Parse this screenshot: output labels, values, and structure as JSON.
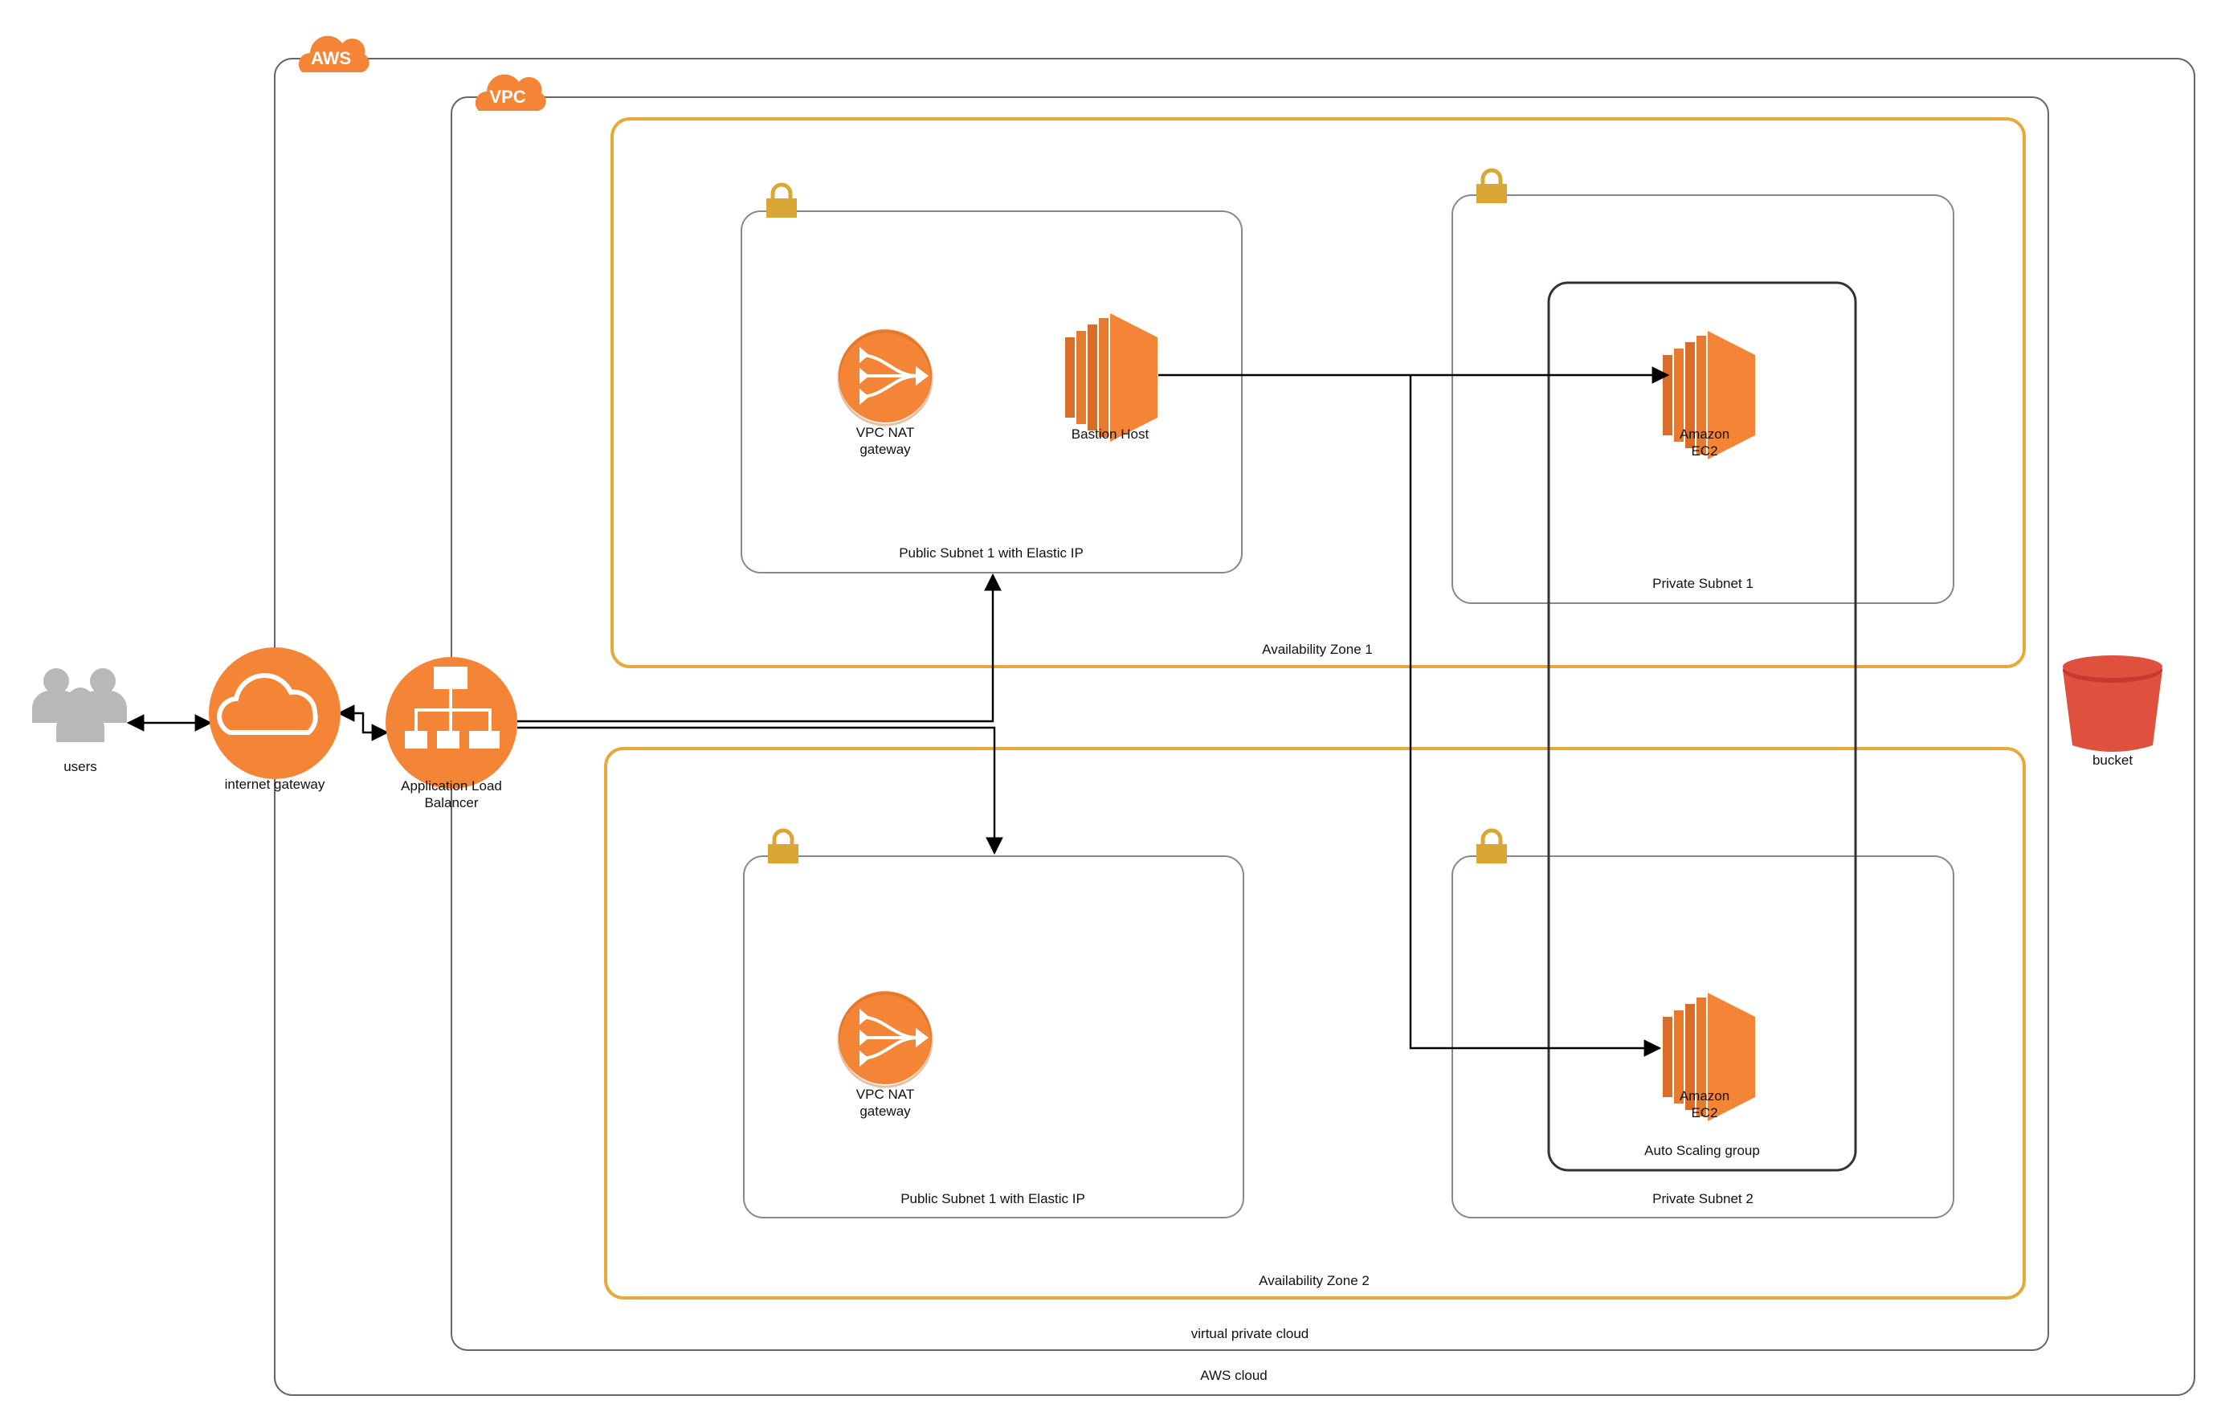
{
  "colors": {
    "aws_orange": "#F58536",
    "zone_orange": "#E8A93B",
    "lock_gold": "#D9A834",
    "bucket_red": "#E0503F",
    "users_gray": "#B8B8B8",
    "line": "#000000",
    "box_border": "#888888"
  },
  "labels": {
    "aws_tag": "AWS",
    "vpc_tag": "VPC",
    "aws_cloud": "AWS cloud",
    "vpc": "virtual private cloud",
    "az1": "Availability Zone 1",
    "az2": "Availability Zone 2",
    "public_subnet_1": "Public Subnet 1 with Elastic IP",
    "public_subnet_2": "Public Subnet 1 with Elastic IP",
    "private_subnet_1": "Private Subnet 1",
    "private_subnet_2": "Private Subnet 2",
    "auto_scaling_group": "Auto Scaling group",
    "nat_gateway_1": "VPC NAT\ngateway",
    "nat_gateway_2": "VPC NAT\ngateway",
    "bastion_host": "Bastion Host",
    "ec2_1": "Amazon\nEC2",
    "ec2_2": "Amazon\nEC2",
    "users": "users",
    "internet_gateway": "internet gateway",
    "load_balancer": "Application Load\nBalancer",
    "bucket": "bucket"
  },
  "icons": {
    "users": "users-icon",
    "internet_gateway": "cloud-icon",
    "load_balancer": "load-balancer-icon",
    "nat_gateway": "nat-gateway-icon",
    "ec2": "ec2-instance-icon",
    "bucket": "s3-bucket-icon",
    "lock": "lock-icon"
  }
}
